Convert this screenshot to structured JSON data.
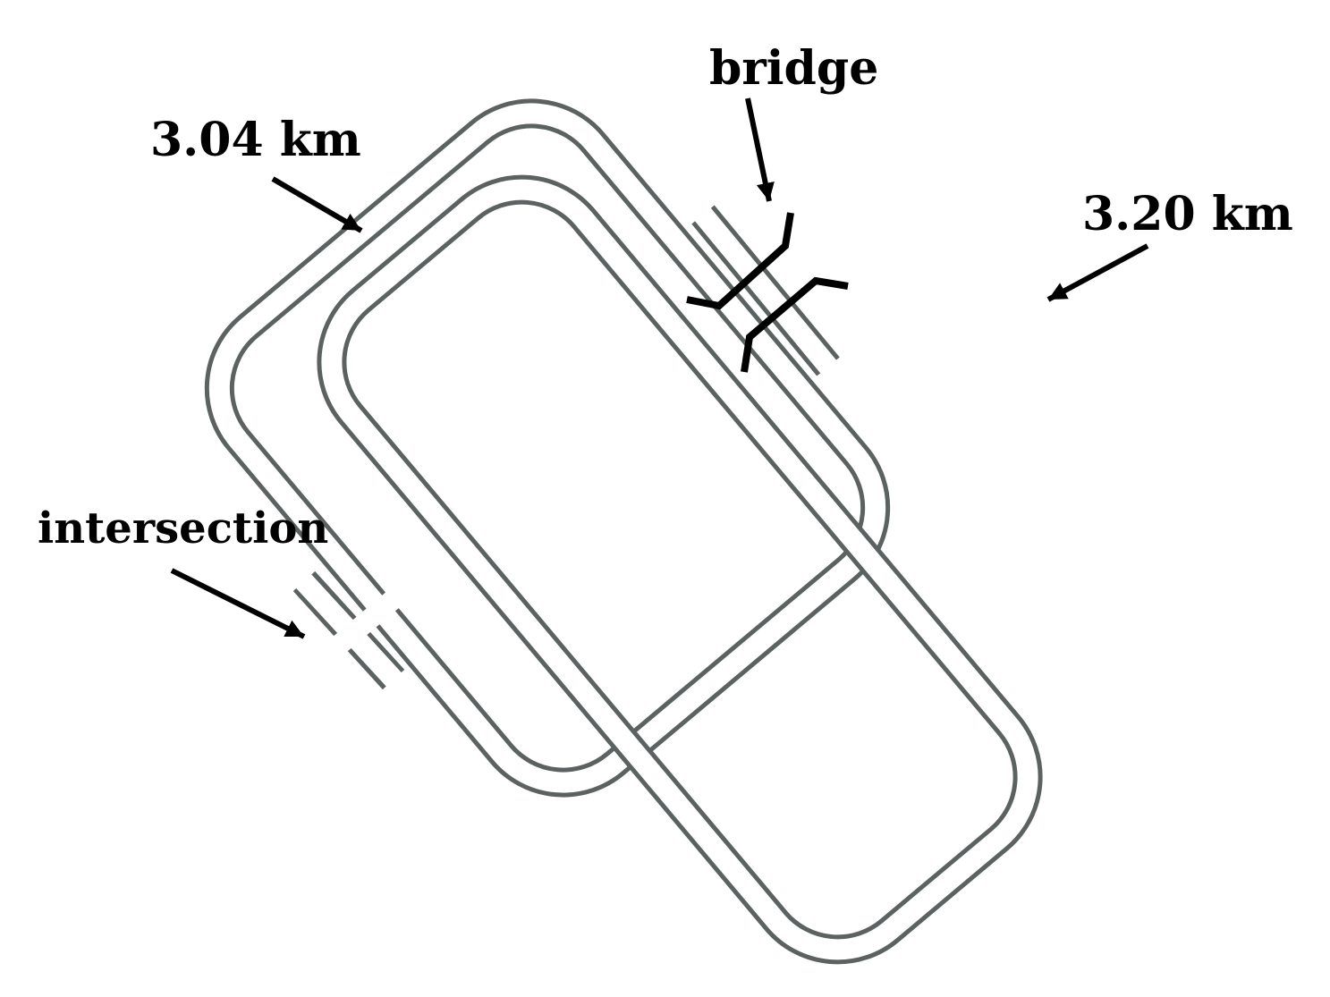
{
  "labels": {
    "track_a_length": "3.04 km",
    "track_b_length": "3.20 km",
    "bridge": "bridge",
    "intersection": "intersection"
  },
  "colors": {
    "track_edge": "#5b6261",
    "track_fill": "#ffffff",
    "annotation": "#000000",
    "background": "#ffffff"
  }
}
